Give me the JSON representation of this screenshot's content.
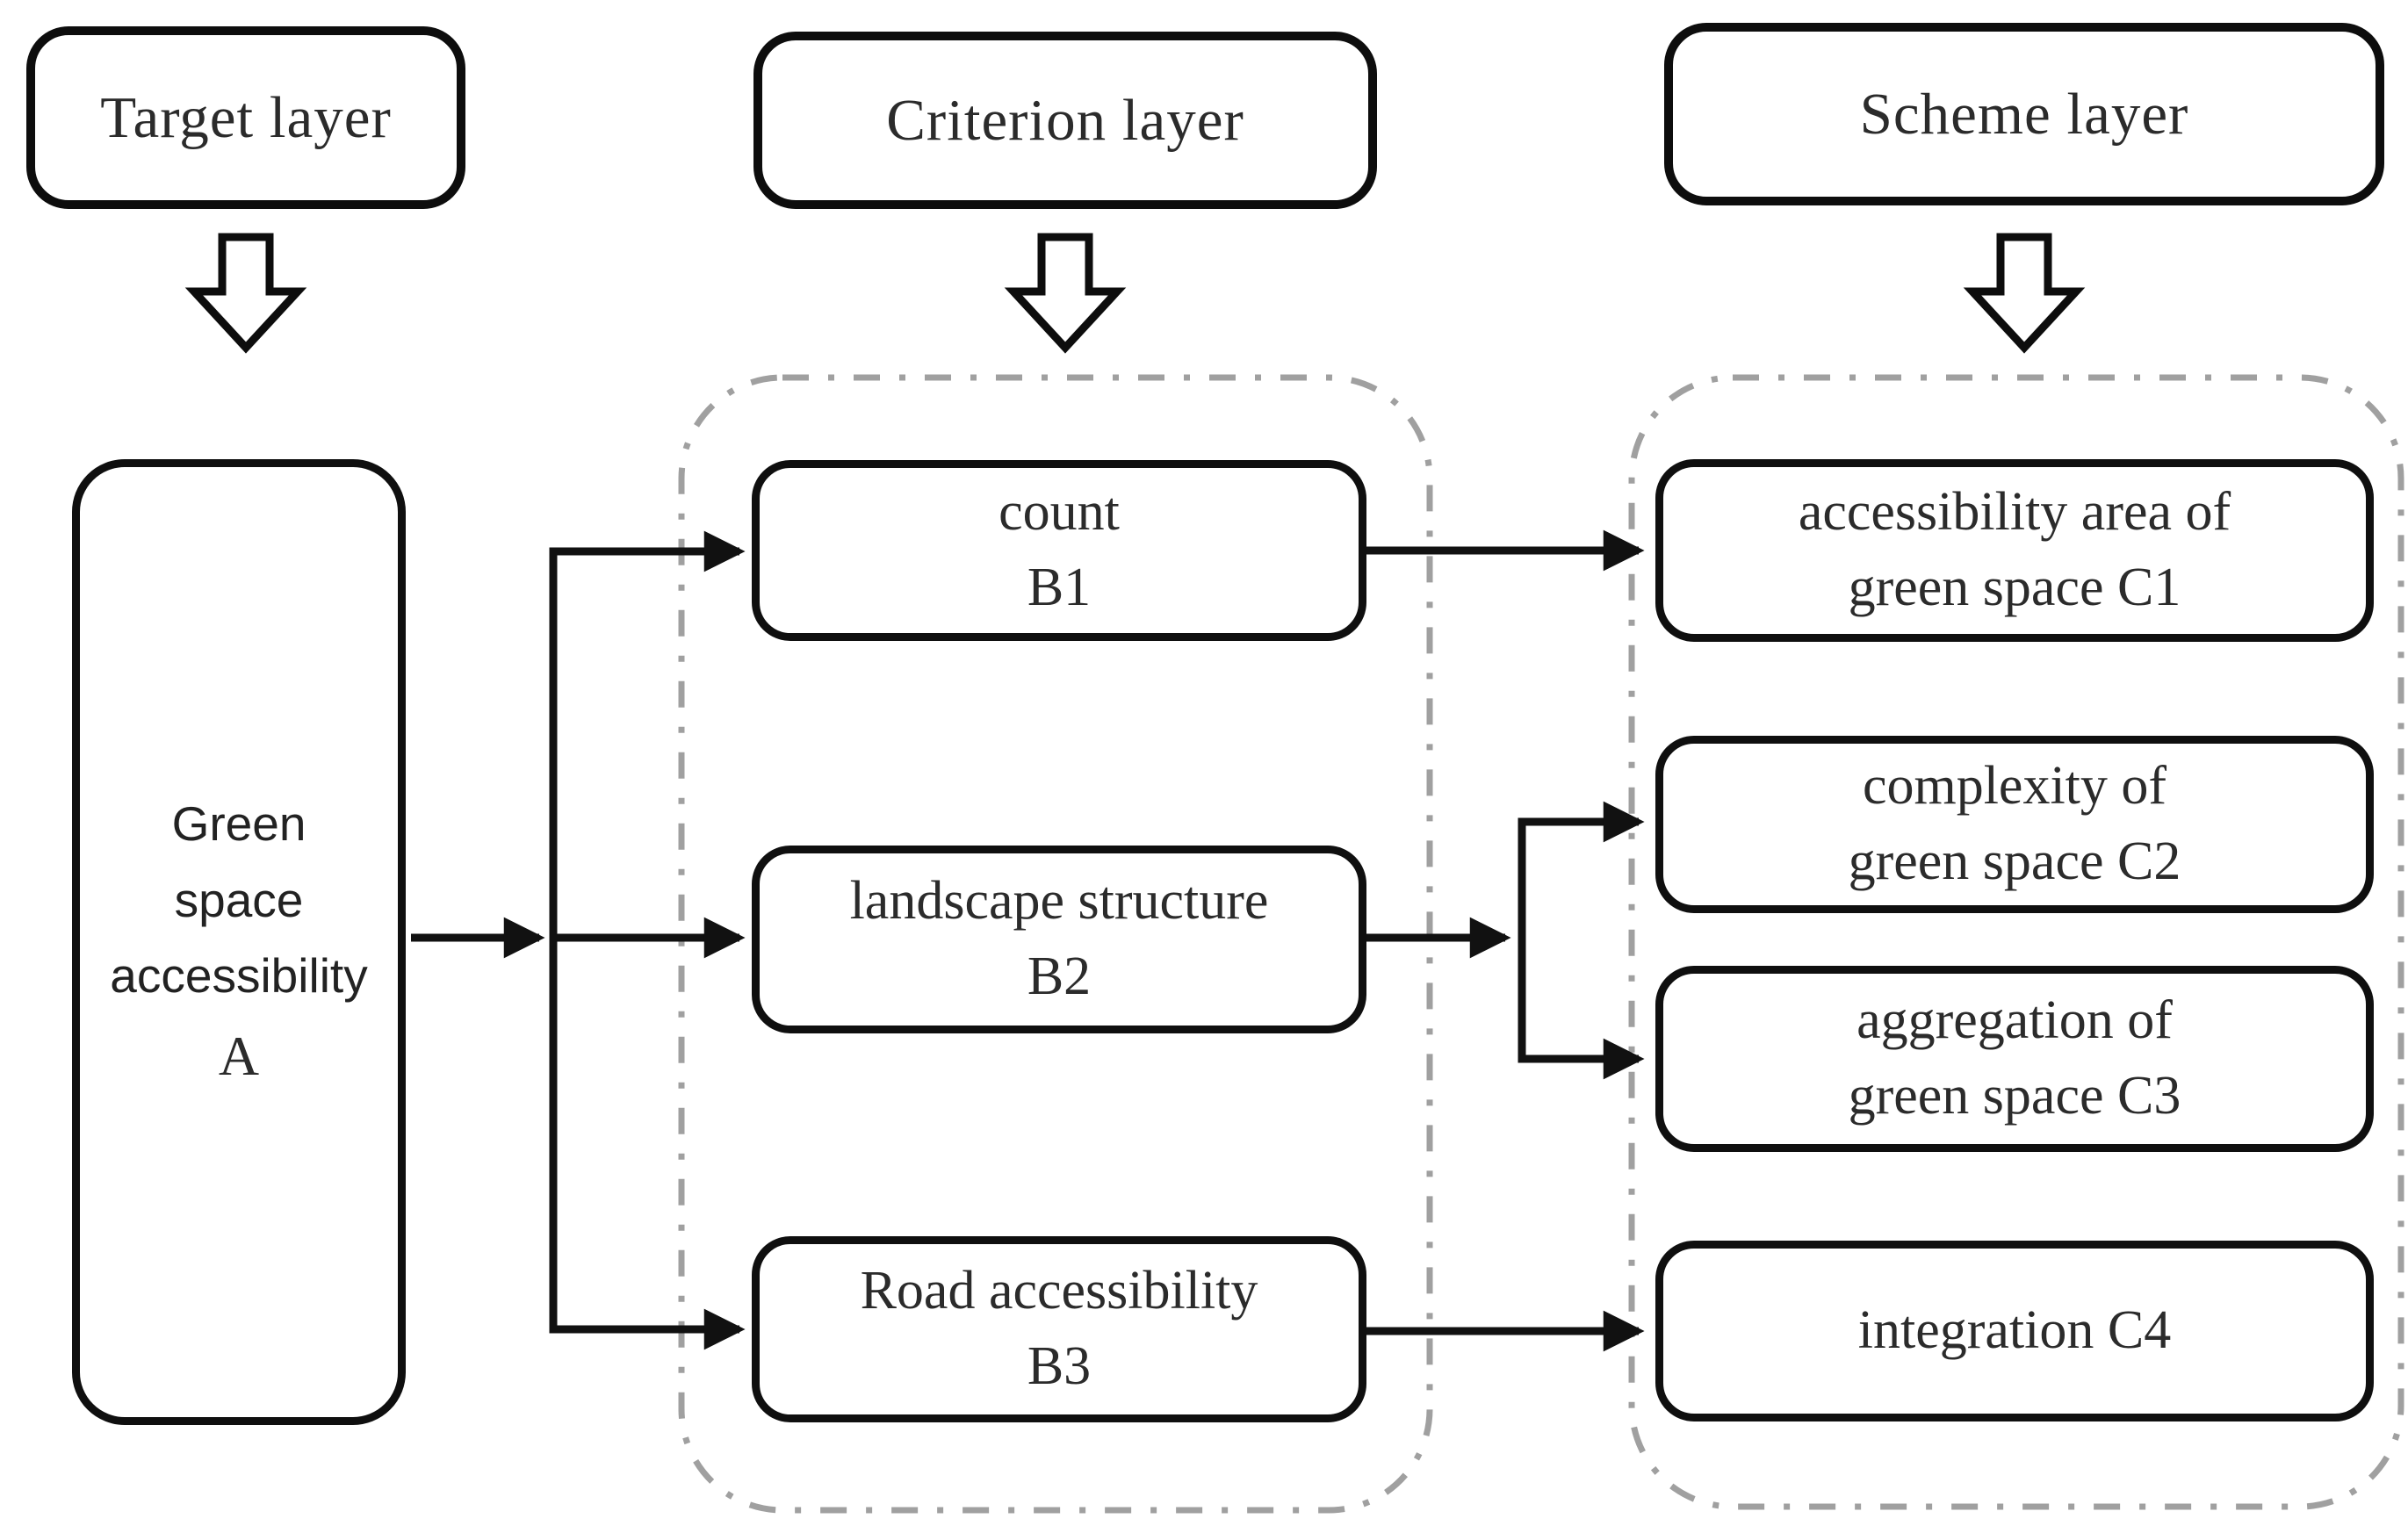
{
  "colors": {
    "node_border": "#0f0f0f",
    "connector": "#111111",
    "container_dash": "#a0a0a0",
    "text": "#2b2b2b",
    "background": "#ffffff"
  },
  "headers": [
    {
      "id": "target",
      "label": "Target layer"
    },
    {
      "id": "criterion",
      "label": "Criterion layer"
    },
    {
      "id": "scheme",
      "label": "Scheme layer"
    }
  ],
  "nodes": {
    "a": {
      "lines": [
        "Green",
        "space",
        "accessibility"
      ],
      "code": "A"
    },
    "b1": {
      "label": "count",
      "code": "B1"
    },
    "b2": {
      "label": "landscape structure",
      "code": "B2"
    },
    "b3": {
      "label": "Road accessibility",
      "code": "B3"
    },
    "c1": {
      "lines": [
        "accessibility area of",
        "green space C1"
      ]
    },
    "c2": {
      "lines": [
        "complexity of",
        "green space C2"
      ]
    },
    "c3": {
      "lines": [
        "aggregation of",
        "green space C3"
      ]
    },
    "c4": {
      "lines": [
        "integration C4"
      ]
    }
  },
  "edges": [
    {
      "from": "A",
      "to": "B1"
    },
    {
      "from": "A",
      "to": "B2"
    },
    {
      "from": "A",
      "to": "B3"
    },
    {
      "from": "B1",
      "to": "C1"
    },
    {
      "from": "B2",
      "to": "C2"
    },
    {
      "from": "B2",
      "to": "C3"
    },
    {
      "from": "B3",
      "to": "C4"
    }
  ]
}
